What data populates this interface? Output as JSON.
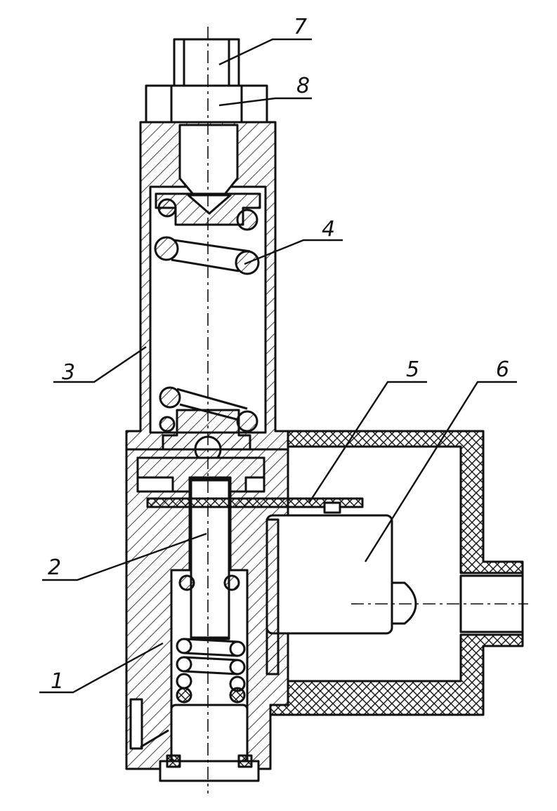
{
  "colors": {
    "ink": "#111111",
    "paper": "#ffffff"
  },
  "callouts": [
    {
      "id": "1",
      "label": "1"
    },
    {
      "id": "2",
      "label": "2"
    },
    {
      "id": "3",
      "label": "3"
    },
    {
      "id": "4",
      "label": "4"
    },
    {
      "id": "5",
      "label": "5"
    },
    {
      "id": "6",
      "label": "6"
    },
    {
      "id": "7",
      "label": "7"
    },
    {
      "id": "8",
      "label": "8"
    }
  ]
}
